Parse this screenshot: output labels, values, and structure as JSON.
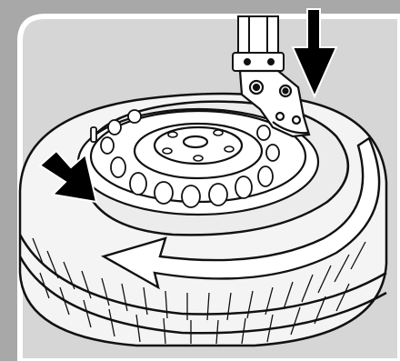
{
  "figure": {
    "kind": "technical-illustration",
    "colors": {
      "frame_gray": "#a8a8a8",
      "background_gray": "#d6d6d6",
      "ink": "#111111",
      "tire_fill": "#f4f4f4",
      "rim_fill": "#ffffff",
      "arrow_fill": "#000000",
      "rotation_arrow_fill": "#ffffff"
    },
    "icons": [
      "down-arrow-icon",
      "rotation-arrow-icon"
    ],
    "spoke_hole_count": 12,
    "bolt_hole_count": 5
  }
}
